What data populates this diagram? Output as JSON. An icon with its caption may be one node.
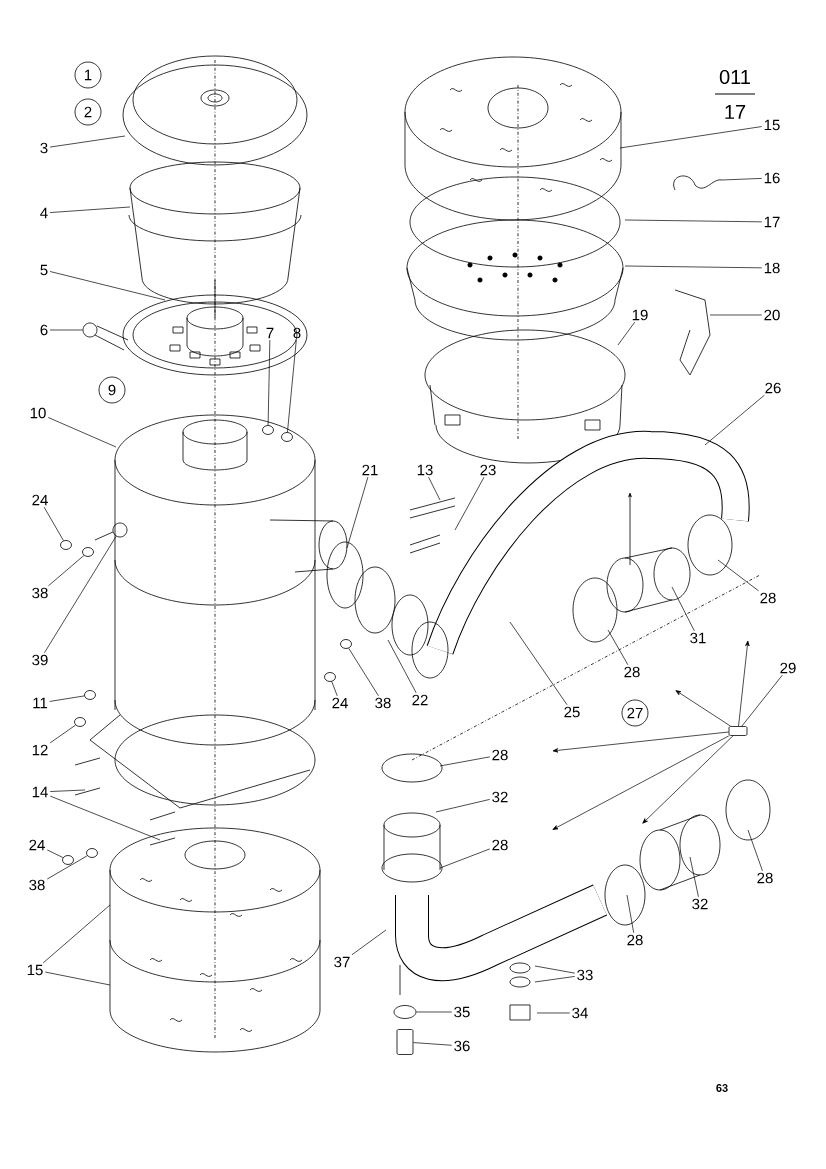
{
  "diagram": {
    "nodes": [
      {
        "text": [
          "1"
        ]
      },
      {
        "text": [
          "2"
        ]
      },
      {
        "text": [
          "3"
        ]
      },
      {
        "text": [
          "15"
        ]
      },
      {
        "text": [
          "16"
        ]
      },
      {
        "text": [
          "4"
        ]
      },
      {
        "text": [
          "17"
        ]
      },
      {
        "text": [
          "5"
        ]
      },
      {
        "text": [
          "18"
        ]
      },
      {
        "text": [
          "6"
        ]
      },
      {
        "text": [
          "7"
        ]
      },
      {
        "text": [
          "8"
        ]
      },
      {
        "text": [
          "19"
        ]
      },
      {
        "text": [
          "20"
        ]
      },
      {
        "text": [
          "9"
        ]
      },
      {
        "text": [
          "26"
        ]
      },
      {
        "text": [
          "10"
        ]
      },
      {
        "text": [
          "24"
        ]
      },
      {
        "text": [
          "21"
        ]
      },
      {
        "text": [
          "13"
        ]
      },
      {
        "text": [
          "23"
        ]
      },
      {
        "text": [
          "38"
        ]
      },
      {
        "text": [
          "28"
        ]
      },
      {
        "text": [
          "31"
        ]
      },
      {
        "text": [
          "39"
        ]
      },
      {
        "text": [
          "28"
        ]
      },
      {
        "text": [
          "29"
        ]
      },
      {
        "text": [
          "24"
        ]
      },
      {
        "text": [
          "38"
        ]
      },
      {
        "text": [
          "22"
        ]
      },
      {
        "text": [
          "11"
        ]
      },
      {
        "text": [
          "25"
        ]
      },
      {
        "text": [
          "27"
        ]
      },
      {
        "text": [
          "12"
        ]
      },
      {
        "text": [],
        "shape": "box"
      },
      {
        "text": [
          "28"
        ]
      },
      {
        "text": [
          "14"
        ]
      },
      {
        "text": [
          "32"
        ]
      },
      {
        "text": [
          "24"
        ]
      },
      {
        "text": [
          "28"
        ]
      },
      {
        "text": [
          "28"
        ]
      },
      {
        "text": [
          "38"
        ]
      },
      {
        "text": [
          "32"
        ]
      },
      {
        "text": [
          "28"
        ]
      },
      {
        "text": [
          "37"
        ]
      },
      {
        "text": [
          "15"
        ]
      },
      {
        "text": [
          "33"
        ]
      },
      {
        "text": [
          "35"
        ]
      },
      {
        "text": [
          "34"
        ]
      },
      {
        "text": [
          "36"
        ]
      },
      {
        "text": [],
        "shape": "circle"
      },
      {
        "text": [],
        "shape": "circle"
      },
      {
        "text": [],
        "shape": "circle"
      },
      {
        "text": [],
        "shape": "circle"
      },
      {
        "text": [],
        "shape": "circle"
      },
      {
        "text": [],
        "shape": "circle"
      },
      {
        "text": [],
        "shape": "circle"
      },
      {
        "text": [],
        "shape": "circle"
      },
      {
        "text": [],
        "shape": "circle"
      },
      {
        "text": [],
        "shape": "circle"
      },
      {
        "text": [],
        "shape": "circle"
      },
      {
        "text": [],
        "shape": "circle"
      },
      {
        "text": [],
        "shape": "circle"
      },
      {
        "text": [],
        "shape": "box"
      }
    ],
    "edges": [
      {
        "from": 2,
        "to": null,
        "arrow": "none"
      },
      {
        "from": 3,
        "to": null,
        "arrow": "none"
      },
      {
        "from": 4,
        "to": null,
        "arrow": "none"
      },
      {
        "from": 5,
        "to": null,
        "arrow": "none"
      },
      {
        "from": 6,
        "to": null,
        "arrow": "none"
      },
      {
        "from": 7,
        "to": null,
        "arrow": "none"
      },
      {
        "from": 8,
        "to": null,
        "arrow": "none"
      },
      {
        "from": 9,
        "to": 50,
        "arrow": "none"
      },
      {
        "from": 10,
        "to": 51,
        "arrow": "none"
      },
      {
        "from": 11,
        "to": 52,
        "arrow": "none"
      },
      {
        "from": 12,
        "to": null,
        "arrow": "none"
      },
      {
        "from": 13,
        "to": null,
        "arrow": "none"
      },
      {
        "from": 15,
        "to": null,
        "arrow": "none"
      },
      {
        "from": 16,
        "to": null,
        "arrow": "none"
      },
      {
        "from": 17,
        "to": 53,
        "arrow": "none"
      },
      {
        "from": 18,
        "to": null,
        "arrow": "none"
      },
      {
        "from": 19,
        "to": null,
        "arrow": "none"
      },
      {
        "from": 20,
        "to": null,
        "arrow": "none"
      },
      {
        "from": 21,
        "to": 54,
        "arrow": "none"
      },
      {
        "from": 22,
        "to": null,
        "arrow": "none"
      },
      {
        "from": 23,
        "to": null,
        "arrow": "none"
      },
      {
        "from": 24,
        "to": 55,
        "arrow": "none"
      },
      {
        "from": 25,
        "to": null,
        "arrow": "none"
      },
      {
        "from": 26,
        "to": 34,
        "arrow": "none"
      },
      {
        "from": 27,
        "to": 56,
        "arrow": "none"
      },
      {
        "from": 28,
        "to": 57,
        "arrow": "none"
      },
      {
        "from": 29,
        "to": null,
        "arrow": "none"
      },
      {
        "from": 30,
        "to": 58,
        "arrow": "none"
      },
      {
        "from": 31,
        "to": null,
        "arrow": "none"
      },
      {
        "from": 33,
        "to": 59,
        "arrow": "none"
      },
      {
        "from": 34,
        "to": null,
        "arrow": "to"
      },
      {
        "from": 34,
        "to": null,
        "arrow": "to"
      },
      {
        "from": 34,
        "to": null,
        "arrow": "to"
      },
      {
        "from": 34,
        "to": null,
        "arrow": "to"
      },
      {
        "from": 34,
        "to": null,
        "arrow": "to"
      },
      {
        "from": 35,
        "to": null,
        "arrow": "none"
      },
      {
        "from": 36,
        "to": null,
        "arrow": "none"
      },
      {
        "from": 36,
        "to": null,
        "arrow": "none"
      },
      {
        "from": 37,
        "to": null,
        "arrow": "none"
      },
      {
        "from": 38,
        "to": 60,
        "arrow": "none"
      },
      {
        "from": 39,
        "to": null,
        "arrow": "none"
      },
      {
        "from": 40,
        "to": null,
        "arrow": "none"
      },
      {
        "from": 41,
        "to": 61,
        "arrow": "none"
      },
      {
        "from": 42,
        "to": null,
        "arrow": "none"
      },
      {
        "from": 43,
        "to": null,
        "arrow": "none"
      },
      {
        "from": 44,
        "to": null,
        "arrow": "none"
      },
      {
        "from": 45,
        "to": null,
        "arrow": "none"
      },
      {
        "from": 45,
        "to": null,
        "arrow": "none"
      },
      {
        "from": 46,
        "to": null,
        "arrow": "none"
      },
      {
        "from": 46,
        "to": null,
        "arrow": "none"
      },
      {
        "from": 47,
        "to": 62,
        "arrow": "none"
      },
      {
        "from": 48,
        "to": null,
        "arrow": "none"
      },
      {
        "from": 49,
        "to": 63,
        "arrow": "none"
      }
    ],
    "labels": [
      "011",
      "17",
      "63"
    ]
  }
}
